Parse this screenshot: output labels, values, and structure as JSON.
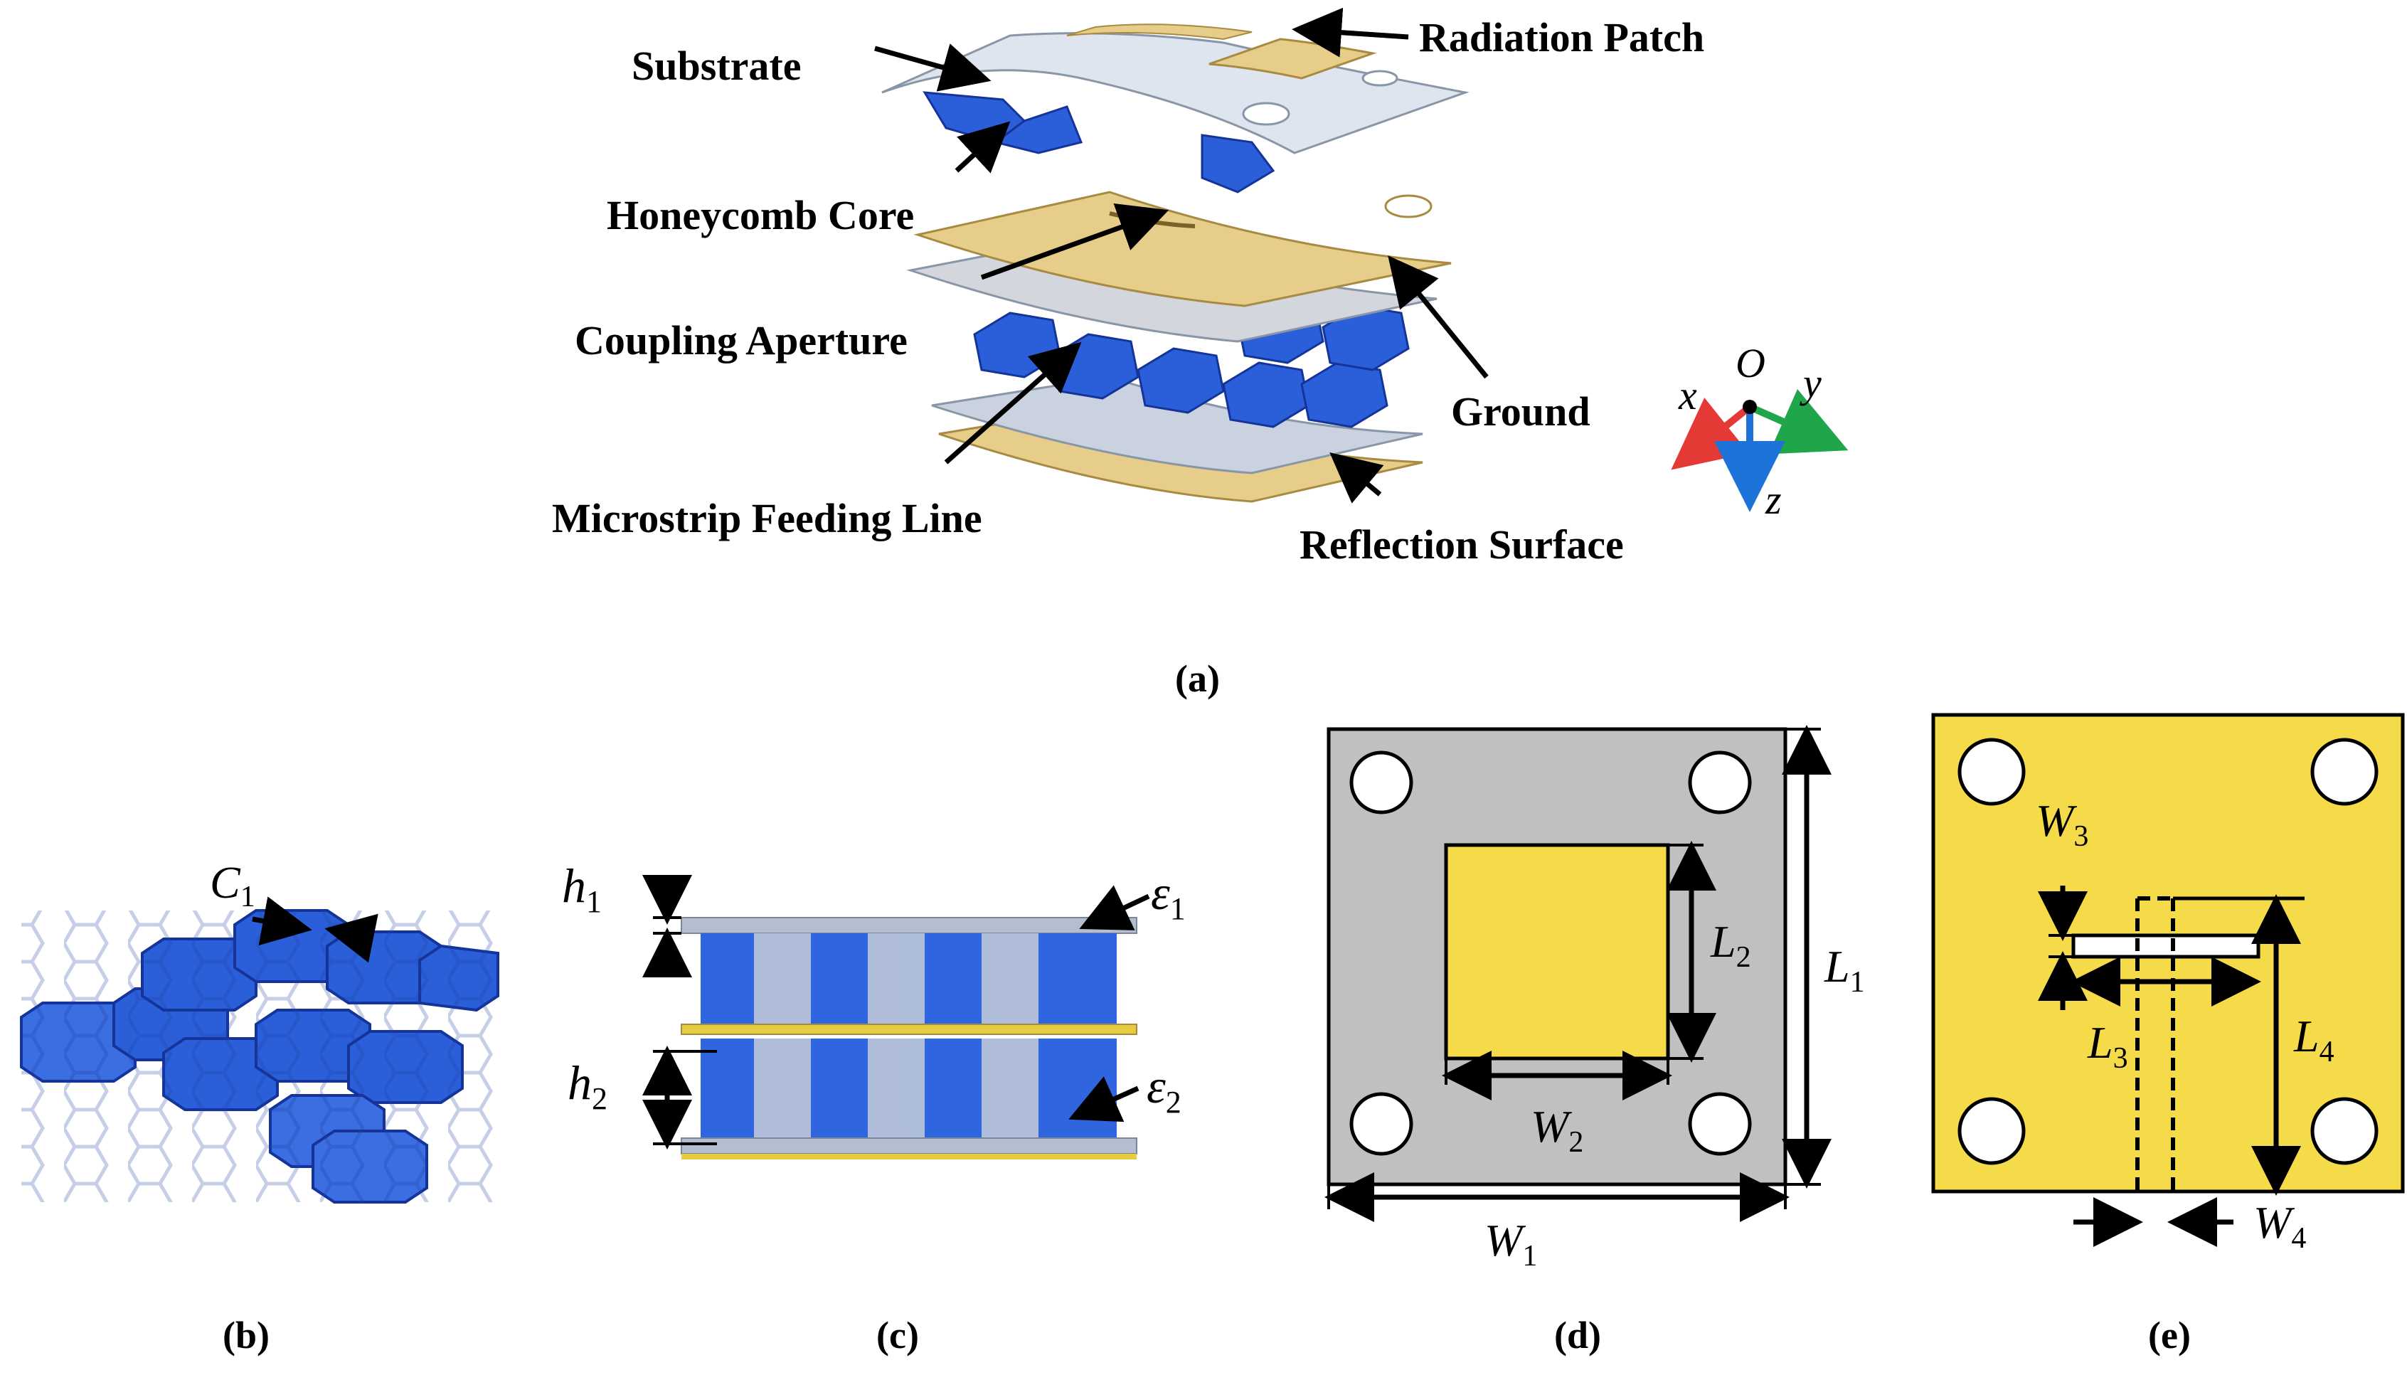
{
  "panel_a": {
    "caption": "(a)",
    "labels": {
      "radiation_patch": "Radiation Patch",
      "substrate": "Substrate",
      "honeycomb_core": "Honeycomb Core",
      "coupling_aperture": "Coupling Aperture",
      "ground": "Ground",
      "microstrip_feeding_line": "Microstrip Feeding Line",
      "reflection_surface": "Reflection Surface"
    },
    "axes": {
      "origin": "O",
      "x": "x",
      "y": "y",
      "z": "z"
    }
  },
  "panel_b": {
    "caption": "(b)",
    "c_sym": "C",
    "c_sub": "1"
  },
  "panel_c": {
    "caption": "(c)",
    "h1_sym": "h",
    "h1_sub": "1",
    "h2_sym": "h",
    "h2_sub": "2",
    "e1_sym": "ε",
    "e1_sub": "1",
    "e2_sym": "ε",
    "e2_sub": "2"
  },
  "panel_d": {
    "caption": "(d)",
    "l1_sym": "L",
    "l1_sub": "1",
    "l2_sym": "L",
    "l2_sub": "2",
    "w1_sym": "W",
    "w1_sub": "1",
    "w2_sym": "W",
    "w2_sub": "2"
  },
  "panel_e": {
    "caption": "(e)",
    "w3_sym": "W",
    "w3_sub": "3",
    "l3_sym": "L",
    "l3_sub": "3",
    "l4_sym": "L",
    "l4_sub": "4",
    "w4_sym": "W",
    "w4_sub": "4"
  },
  "colors": {
    "honeycomb_blue": "#2b5fd9",
    "substrate_gray": "#c9d2de",
    "patch_gold": "#e6cd8a",
    "ground_gray": "#c0c0c0",
    "patch_yellow": "#f5db4a",
    "axis_x": "#e53935",
    "axis_y": "#1fa64a",
    "axis_z": "#1e73d8"
  }
}
